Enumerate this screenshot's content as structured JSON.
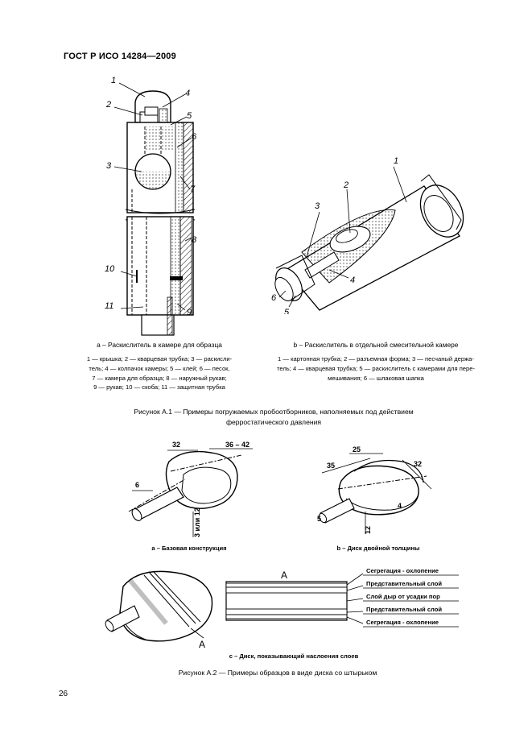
{
  "header": "ГОСТ Р ИСО 14284—2009",
  "fig_a1": {
    "left_callouts": [
      "1",
      "2",
      "3",
      "4",
      "5",
      "6",
      "7",
      "8",
      "9",
      "10",
      "11"
    ],
    "left_caption": "a – Раскислитель в камере для образца",
    "left_legend": [
      "1 — крышка; 2 — кварцевая трубка; 3 — раскисли-",
      "тель; 4 — колпачок камеры; 5 — клей; 6 — песок,",
      "7 — камера для образца; 8 — наружный рукав;",
      "9 — рукав; 10 — скоба; 11 — защитная трубка"
    ],
    "right_callouts": [
      "1",
      "2",
      "3",
      "4",
      "5",
      "6"
    ],
    "right_caption": "b – Раскислитель в отдельной смесительной камере",
    "right_legend": [
      "1 — картонная трубка; 2 — разъемная форма; 3 — песчаный держа-",
      "тель; 4 — кварцевая трубка; 5 — раскислитель с камерами для пере-",
      "мешивания; 6 — шлаковая шапка"
    ],
    "title_line1": "Рисунок А.1 — Примеры погружаемых пробоотборников, наполняемых под действием",
    "title_line2": "ферростатического давления"
  },
  "fig_a2": {
    "a_dims": [
      "32",
      "36 – 42",
      "6",
      "3 или 12"
    ],
    "a_caption": "a – Базовая конструкция",
    "b_dims": [
      "25",
      "35",
      "32",
      "12",
      "4",
      "5"
    ],
    "b_caption": "b – Диск двойной толщины",
    "c_label_A": "A",
    "c_layers": [
      "Сегрегация - охлопение",
      "Представительный слой",
      "Слой дыр от усадки пор",
      "Представительный слой",
      "Сегрегация - охлопение"
    ],
    "c_caption": "c – Диск, показывающий наслоения слоев",
    "title": "Рисунок А.2 — Примеры образцов в виде диска со штырьком"
  },
  "page_number": "26"
}
